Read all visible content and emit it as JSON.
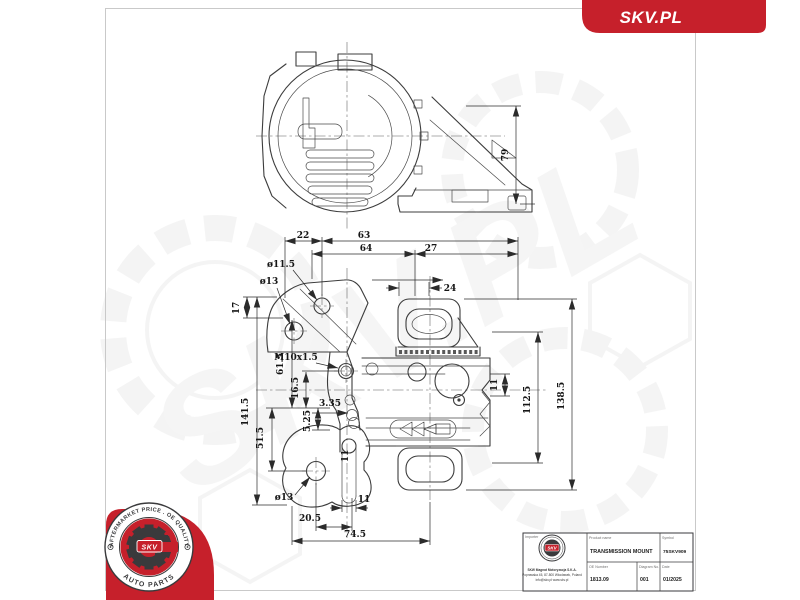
{
  "colors": {
    "accent_red": "#c6202b",
    "charcoal": "#3a3a3c",
    "frame_gray": "#c9c9c9"
  },
  "logo": {
    "text": "SKV.PL"
  },
  "watermark": {
    "text": "SKV.PL"
  },
  "badge": {
    "arc_top": "AFTERMARKET PRICE . OE QUALITY",
    "arc_bottom": "AUTO PARTS",
    "center_label": "SKV"
  },
  "title_block": {
    "importer_label": "Importer",
    "importer": {
      "line1": "SKW Magnat Motoryzacja S.K.A.",
      "line2": "Poprawska 45, 87-800 Włocławek, Poland",
      "line3": "info@skv.pl  www.skv.pl",
      "logo_text": "SKV"
    },
    "product_label": "Product name",
    "product_value": "TRANSMISSION MOUNT",
    "symbol_label": "Symbol",
    "symbol_value": "75SKV909",
    "oe_label": "OE Number",
    "oe_value": "1813.09",
    "diagram_label": "Diagram No.",
    "diagram_value": "001",
    "date_label": "Date",
    "date_value": "01/2025"
  },
  "dims": {
    "d79": "79",
    "d22": "22",
    "d63": "63",
    "d64": "64",
    "d27": "27",
    "d24": "24",
    "dia11_5": "ø11.5",
    "dia13_top": "ø13",
    "d17": "17",
    "d141_5": "141.5",
    "d61_5": "61.5",
    "d16_5": "16.5",
    "d51_5": "51.5",
    "d5_25": "5.25",
    "d3_35": "3.35",
    "m10": "M10x1.5",
    "d11_right": "11",
    "d112_5": "112.5",
    "d138_5": "138.5",
    "d11_slot": "11",
    "dia13_bottom": "ø13",
    "d11_bottom": "11",
    "d20_5": "20.5",
    "d74_5": "74.5"
  }
}
